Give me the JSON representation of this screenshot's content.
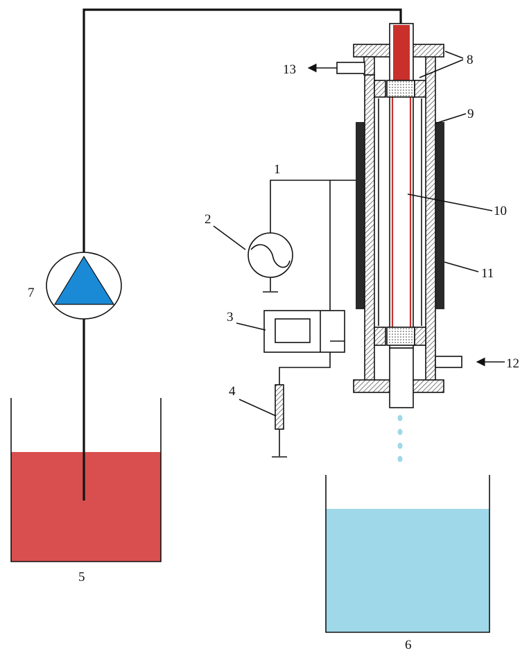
{
  "labels": {
    "l1": "1",
    "l2": "2",
    "l3": "3",
    "l4": "4",
    "l5": "5",
    "l6": "6",
    "l7": "7",
    "l8": "8",
    "l9": "9",
    "l10": "10",
    "l11": "11",
    "l12": "12",
    "l13": "13"
  },
  "colors": {
    "feed_liquid": "#d94f4f",
    "product_liquid": "#9fd8e8",
    "pump_triangle": "#1b8ad6",
    "inner_tube": "#c9302c",
    "electrode": "#2a2a2a",
    "droplet": "#9fd8e8"
  }
}
